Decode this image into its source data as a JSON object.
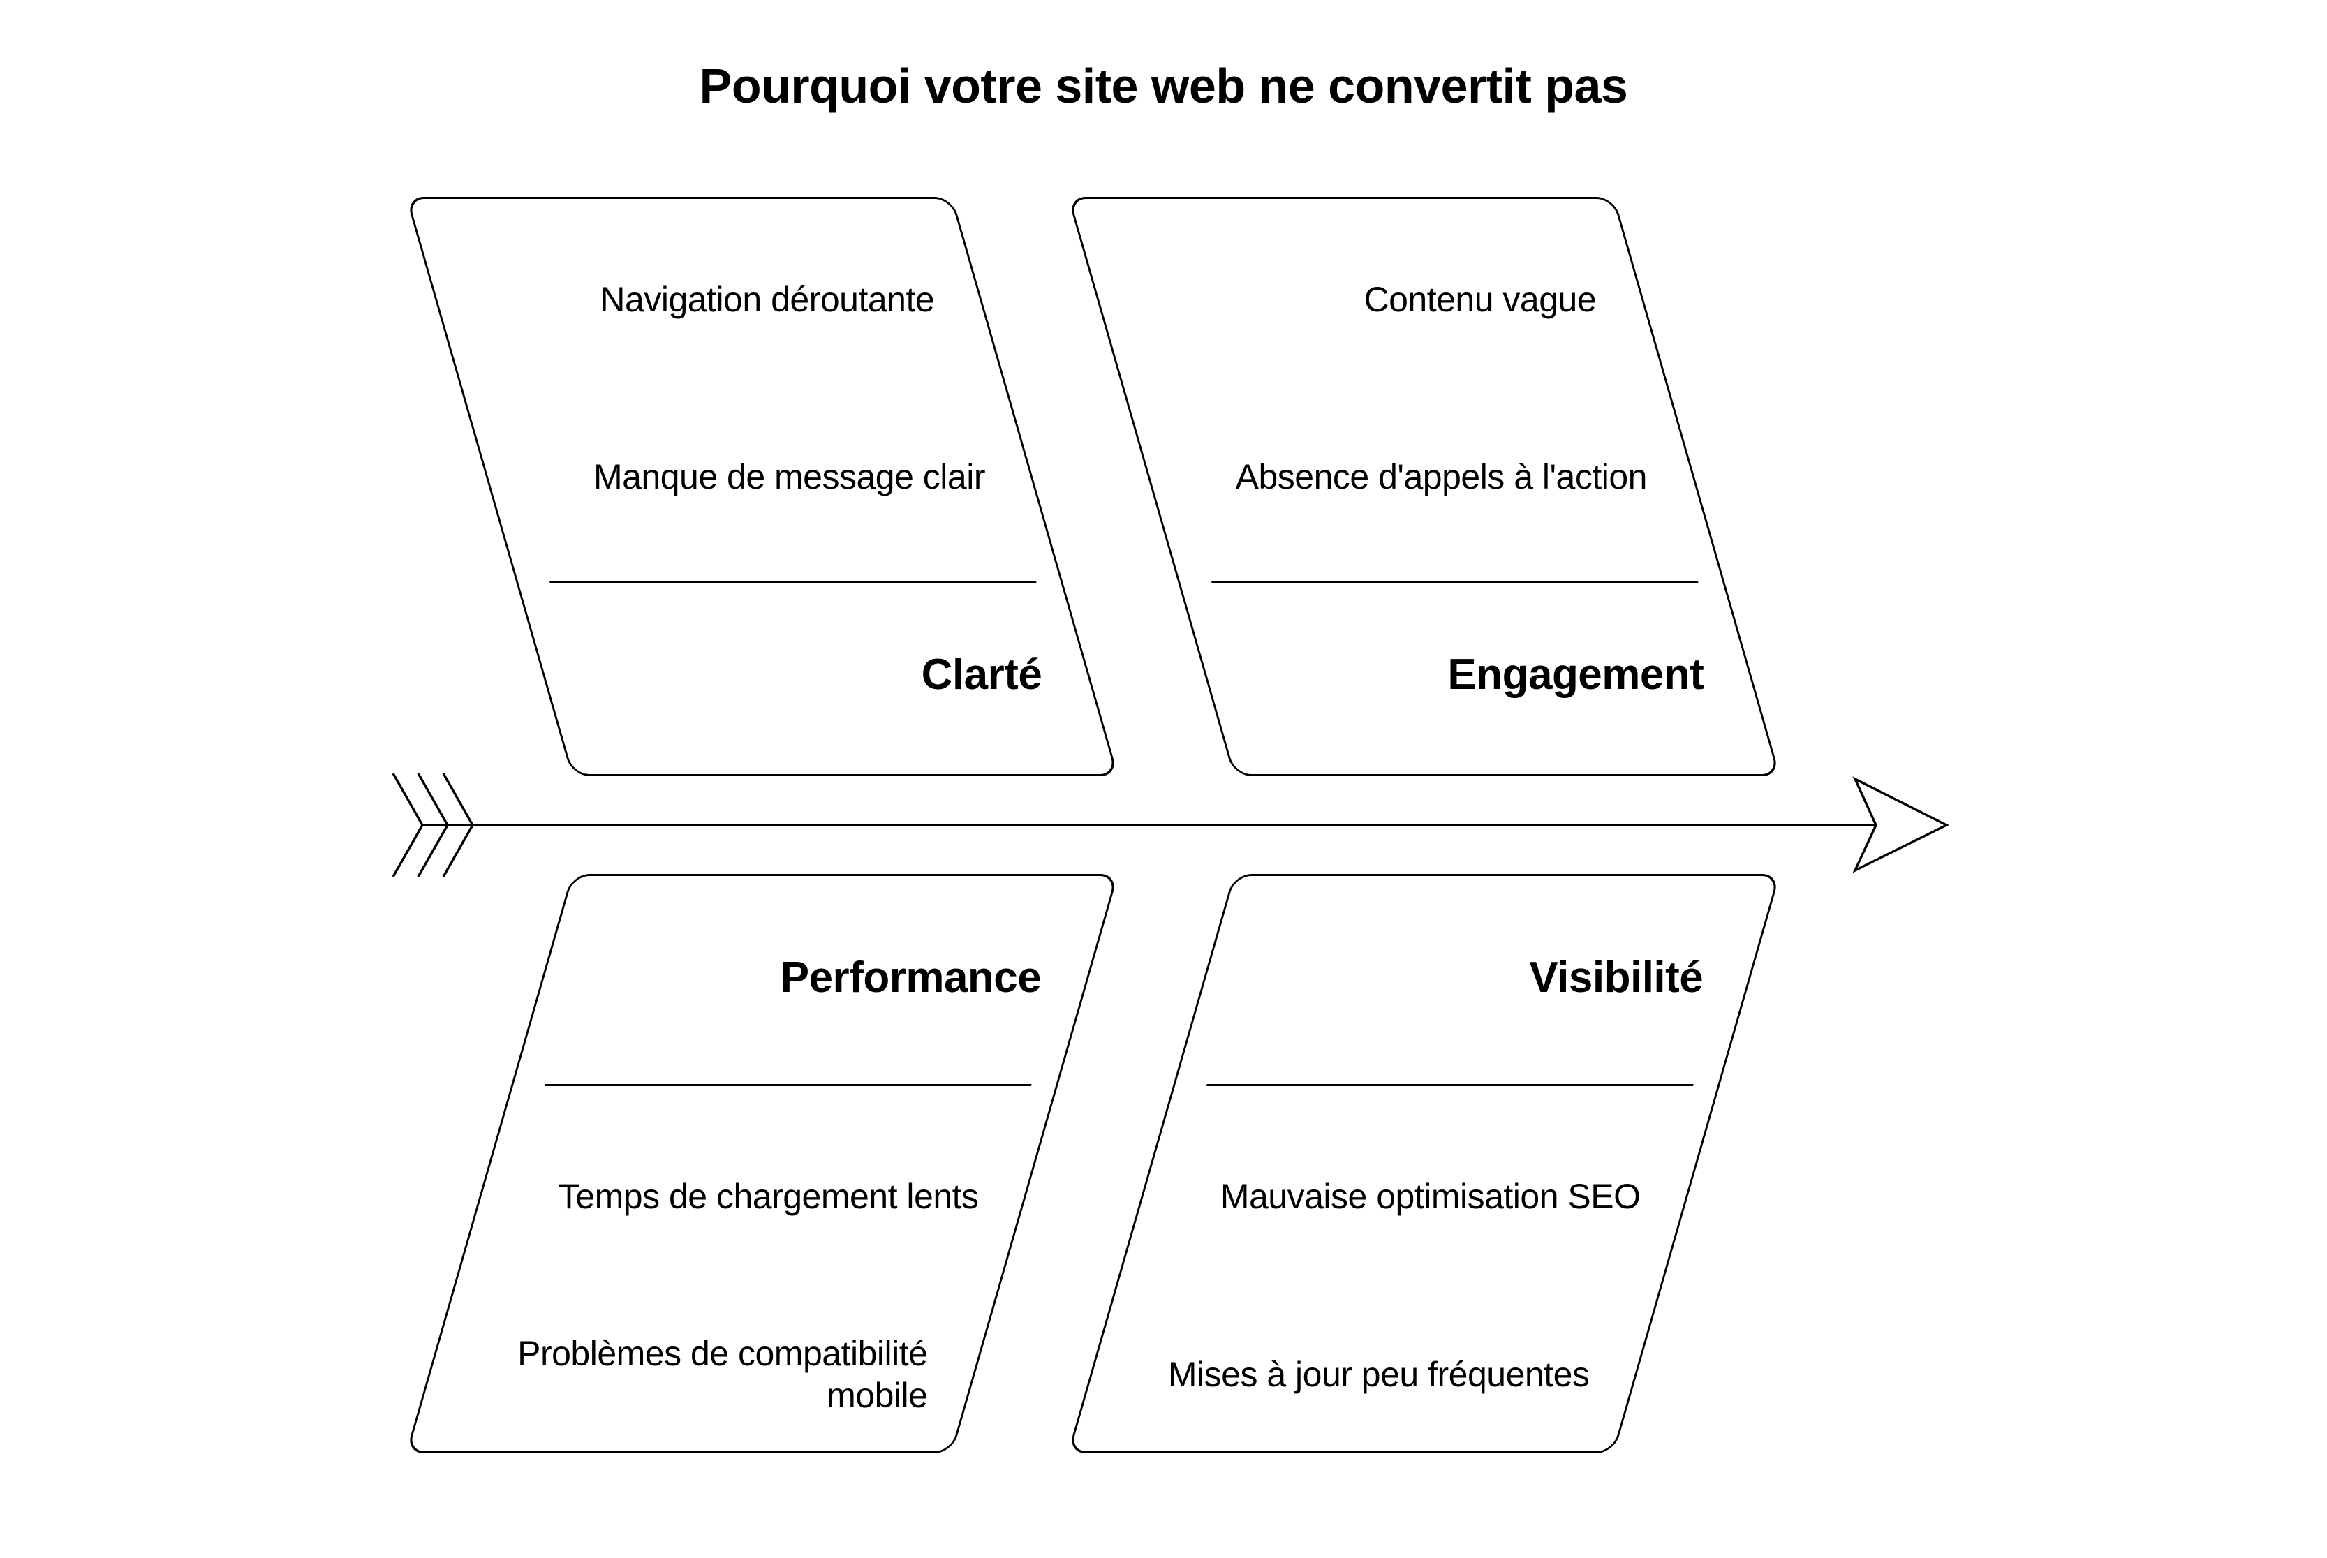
{
  "title": "Pourquoi votre site web ne convertit pas",
  "colors": {
    "ink": "#000000",
    "background": "#ffffff"
  },
  "categories": [
    {
      "name": "Clarté",
      "position": "top-left",
      "causes": [
        "Navigation déroutante",
        "Manque de message clair"
      ]
    },
    {
      "name": "Engagement",
      "position": "top-right",
      "causes": [
        "Contenu vague",
        "Absence d'appels à l'action"
      ]
    },
    {
      "name": "Performance",
      "position": "bottom-left",
      "causes": [
        "Temps de chargement lents",
        "Problèmes de compatibilité mobile"
      ]
    },
    {
      "name": "Visibilité",
      "position": "bottom-right",
      "causes": [
        "Mauvaise optimisation SEO",
        "Mises à jour peu fréquentes"
      ]
    }
  ]
}
